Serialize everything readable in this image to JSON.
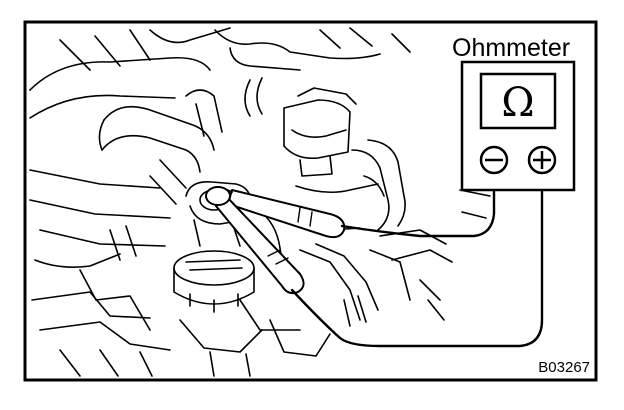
{
  "meter": {
    "title": "Ohmmeter",
    "display_symbol": "Ω",
    "negative_terminal": "−",
    "positive_terminal": "+"
  },
  "figure_code": "B03267",
  "icons": {
    "display": "ohm-symbol",
    "negative": "minus-terminal-icon",
    "positive": "plus-terminal-icon"
  },
  "colors": {
    "ink": "#000000",
    "paper": "#ffffff"
  }
}
